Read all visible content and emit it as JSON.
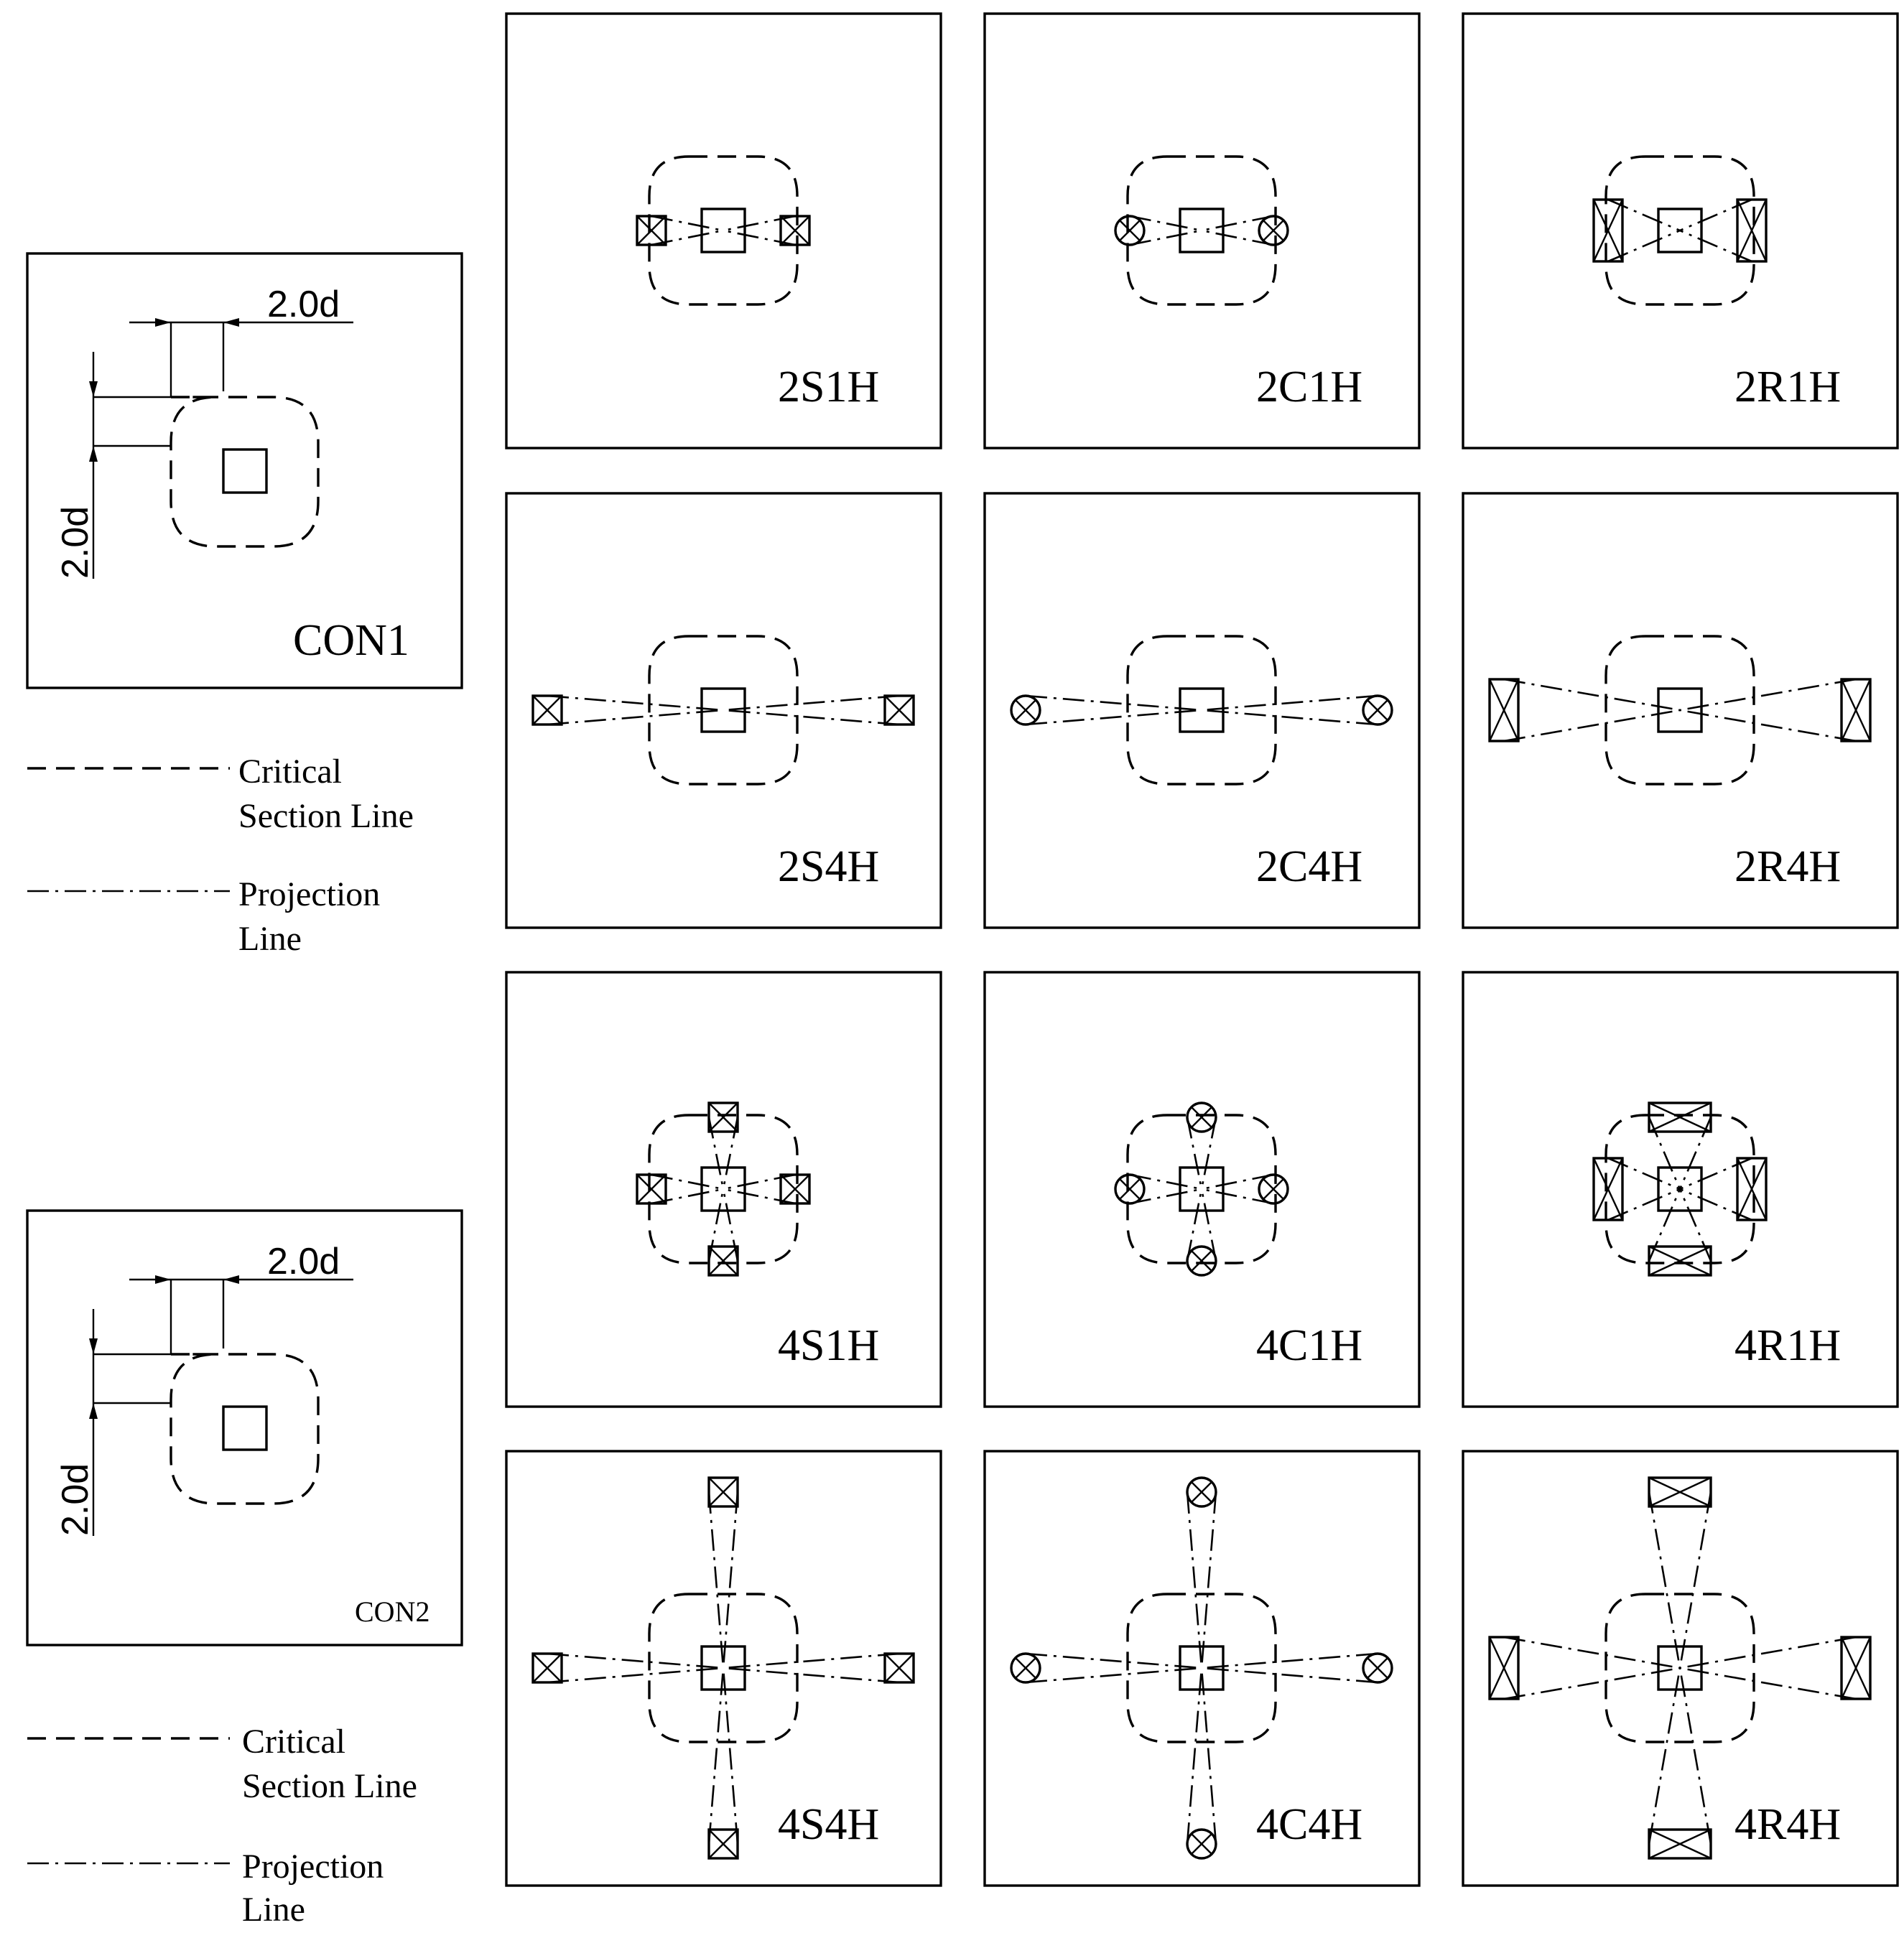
{
  "con_panels": [
    {
      "label": "CON1",
      "dim_top": "2.0d",
      "dim_left": "2.0d",
      "size": "large"
    },
    {
      "label": "CON2",
      "dim_top": "2.0d",
      "dim_left": "2.0d",
      "size": "small"
    }
  ],
  "legends": [
    {
      "critical_line1": "Critical",
      "critical_line2": "Section Line",
      "projection_line1": "Projection",
      "projection_line2": "Line"
    },
    {
      "critical_line1": "Critical",
      "critical_line2": "Section Line",
      "projection_line1": "Projection",
      "projection_line2": "Line"
    }
  ],
  "grid_panels": [
    {
      "label": "2S1H",
      "holes": 2,
      "shape": "square",
      "spacing": "1H"
    },
    {
      "label": "2C1H",
      "holes": 2,
      "shape": "circle",
      "spacing": "1H"
    },
    {
      "label": "2R1H",
      "holes": 2,
      "shape": "rectangle",
      "spacing": "1H"
    },
    {
      "label": "2S4H",
      "holes": 2,
      "shape": "square",
      "spacing": "4H"
    },
    {
      "label": "2C4H",
      "holes": 2,
      "shape": "circle",
      "spacing": "4H"
    },
    {
      "label": "2R4H",
      "holes": 2,
      "shape": "rectangle",
      "spacing": "4H"
    },
    {
      "label": "4S1H",
      "holes": 4,
      "shape": "square",
      "spacing": "1H"
    },
    {
      "label": "4C1H",
      "holes": 4,
      "shape": "circle",
      "spacing": "1H"
    },
    {
      "label": "4R1H",
      "holes": 4,
      "shape": "rectangle",
      "spacing": "1H"
    },
    {
      "label": "4S4H",
      "holes": 4,
      "shape": "square",
      "spacing": "4H"
    },
    {
      "label": "4C4H",
      "holes": 4,
      "shape": "circle",
      "spacing": "4H"
    },
    {
      "label": "4R4H",
      "holes": 4,
      "shape": "rectangle",
      "spacing": "4H"
    }
  ]
}
